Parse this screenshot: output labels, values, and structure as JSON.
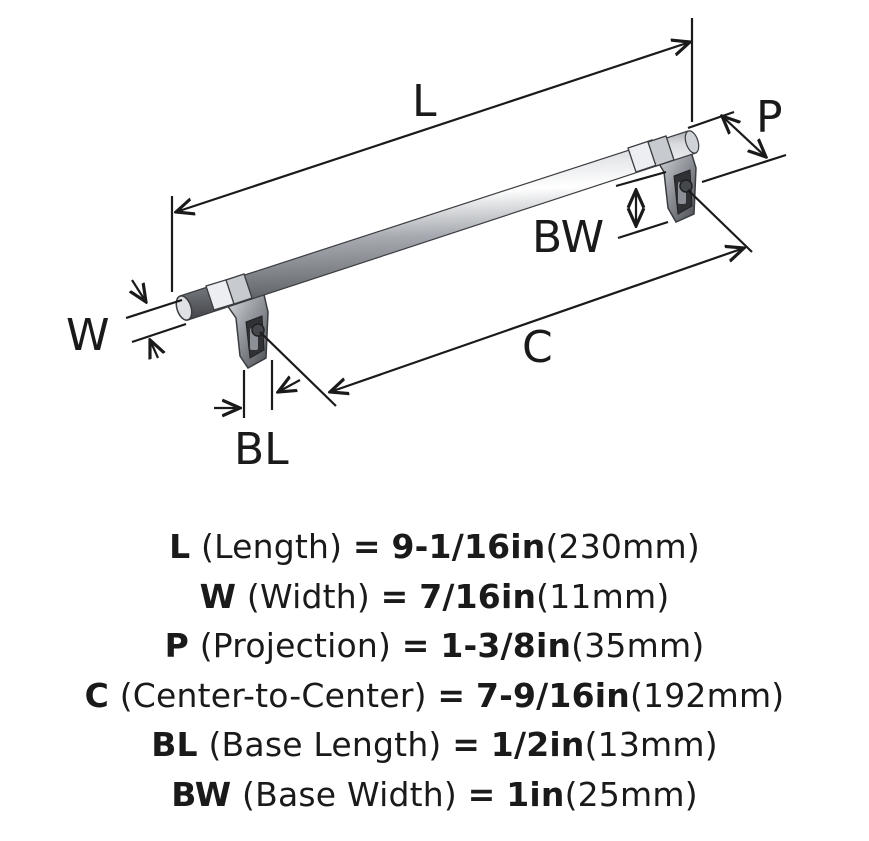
{
  "diagram": {
    "labels": {
      "L": "L",
      "P": "P",
      "BW": "BW",
      "W": "W",
      "C": "C",
      "BL": "BL"
    }
  },
  "specs": [
    {
      "code": "L",
      "name": "(Length)",
      "eq": "=",
      "imperial": "9-1/16in",
      "metric": "(230mm)"
    },
    {
      "code": "W",
      "name": "(Width)",
      "eq": "=",
      "imperial": "7/16in",
      "metric": "(11mm)"
    },
    {
      "code": "P",
      "name": "(Projection)",
      "eq": "=",
      "imperial": "1-3/8in",
      "metric": "(35mm)"
    },
    {
      "code": "C",
      "name": "(Center-to-Center)",
      "eq": "=",
      "imperial": "7-9/16in",
      "metric": "(192mm)"
    },
    {
      "code": "BL",
      "name": "(Base Length)",
      "eq": "=",
      "imperial": "1/2in",
      "metric": "(13mm)"
    },
    {
      "code": "BW",
      "name": "(Base Width)",
      "eq": "=",
      "imperial": "1in",
      "metric": "(25mm)"
    }
  ],
  "colors": {
    "line": "#1a1a1a",
    "chrome_light": "#f2f3f5",
    "chrome_mid": "#b9bcc1",
    "chrome_dark": "#55585d"
  }
}
